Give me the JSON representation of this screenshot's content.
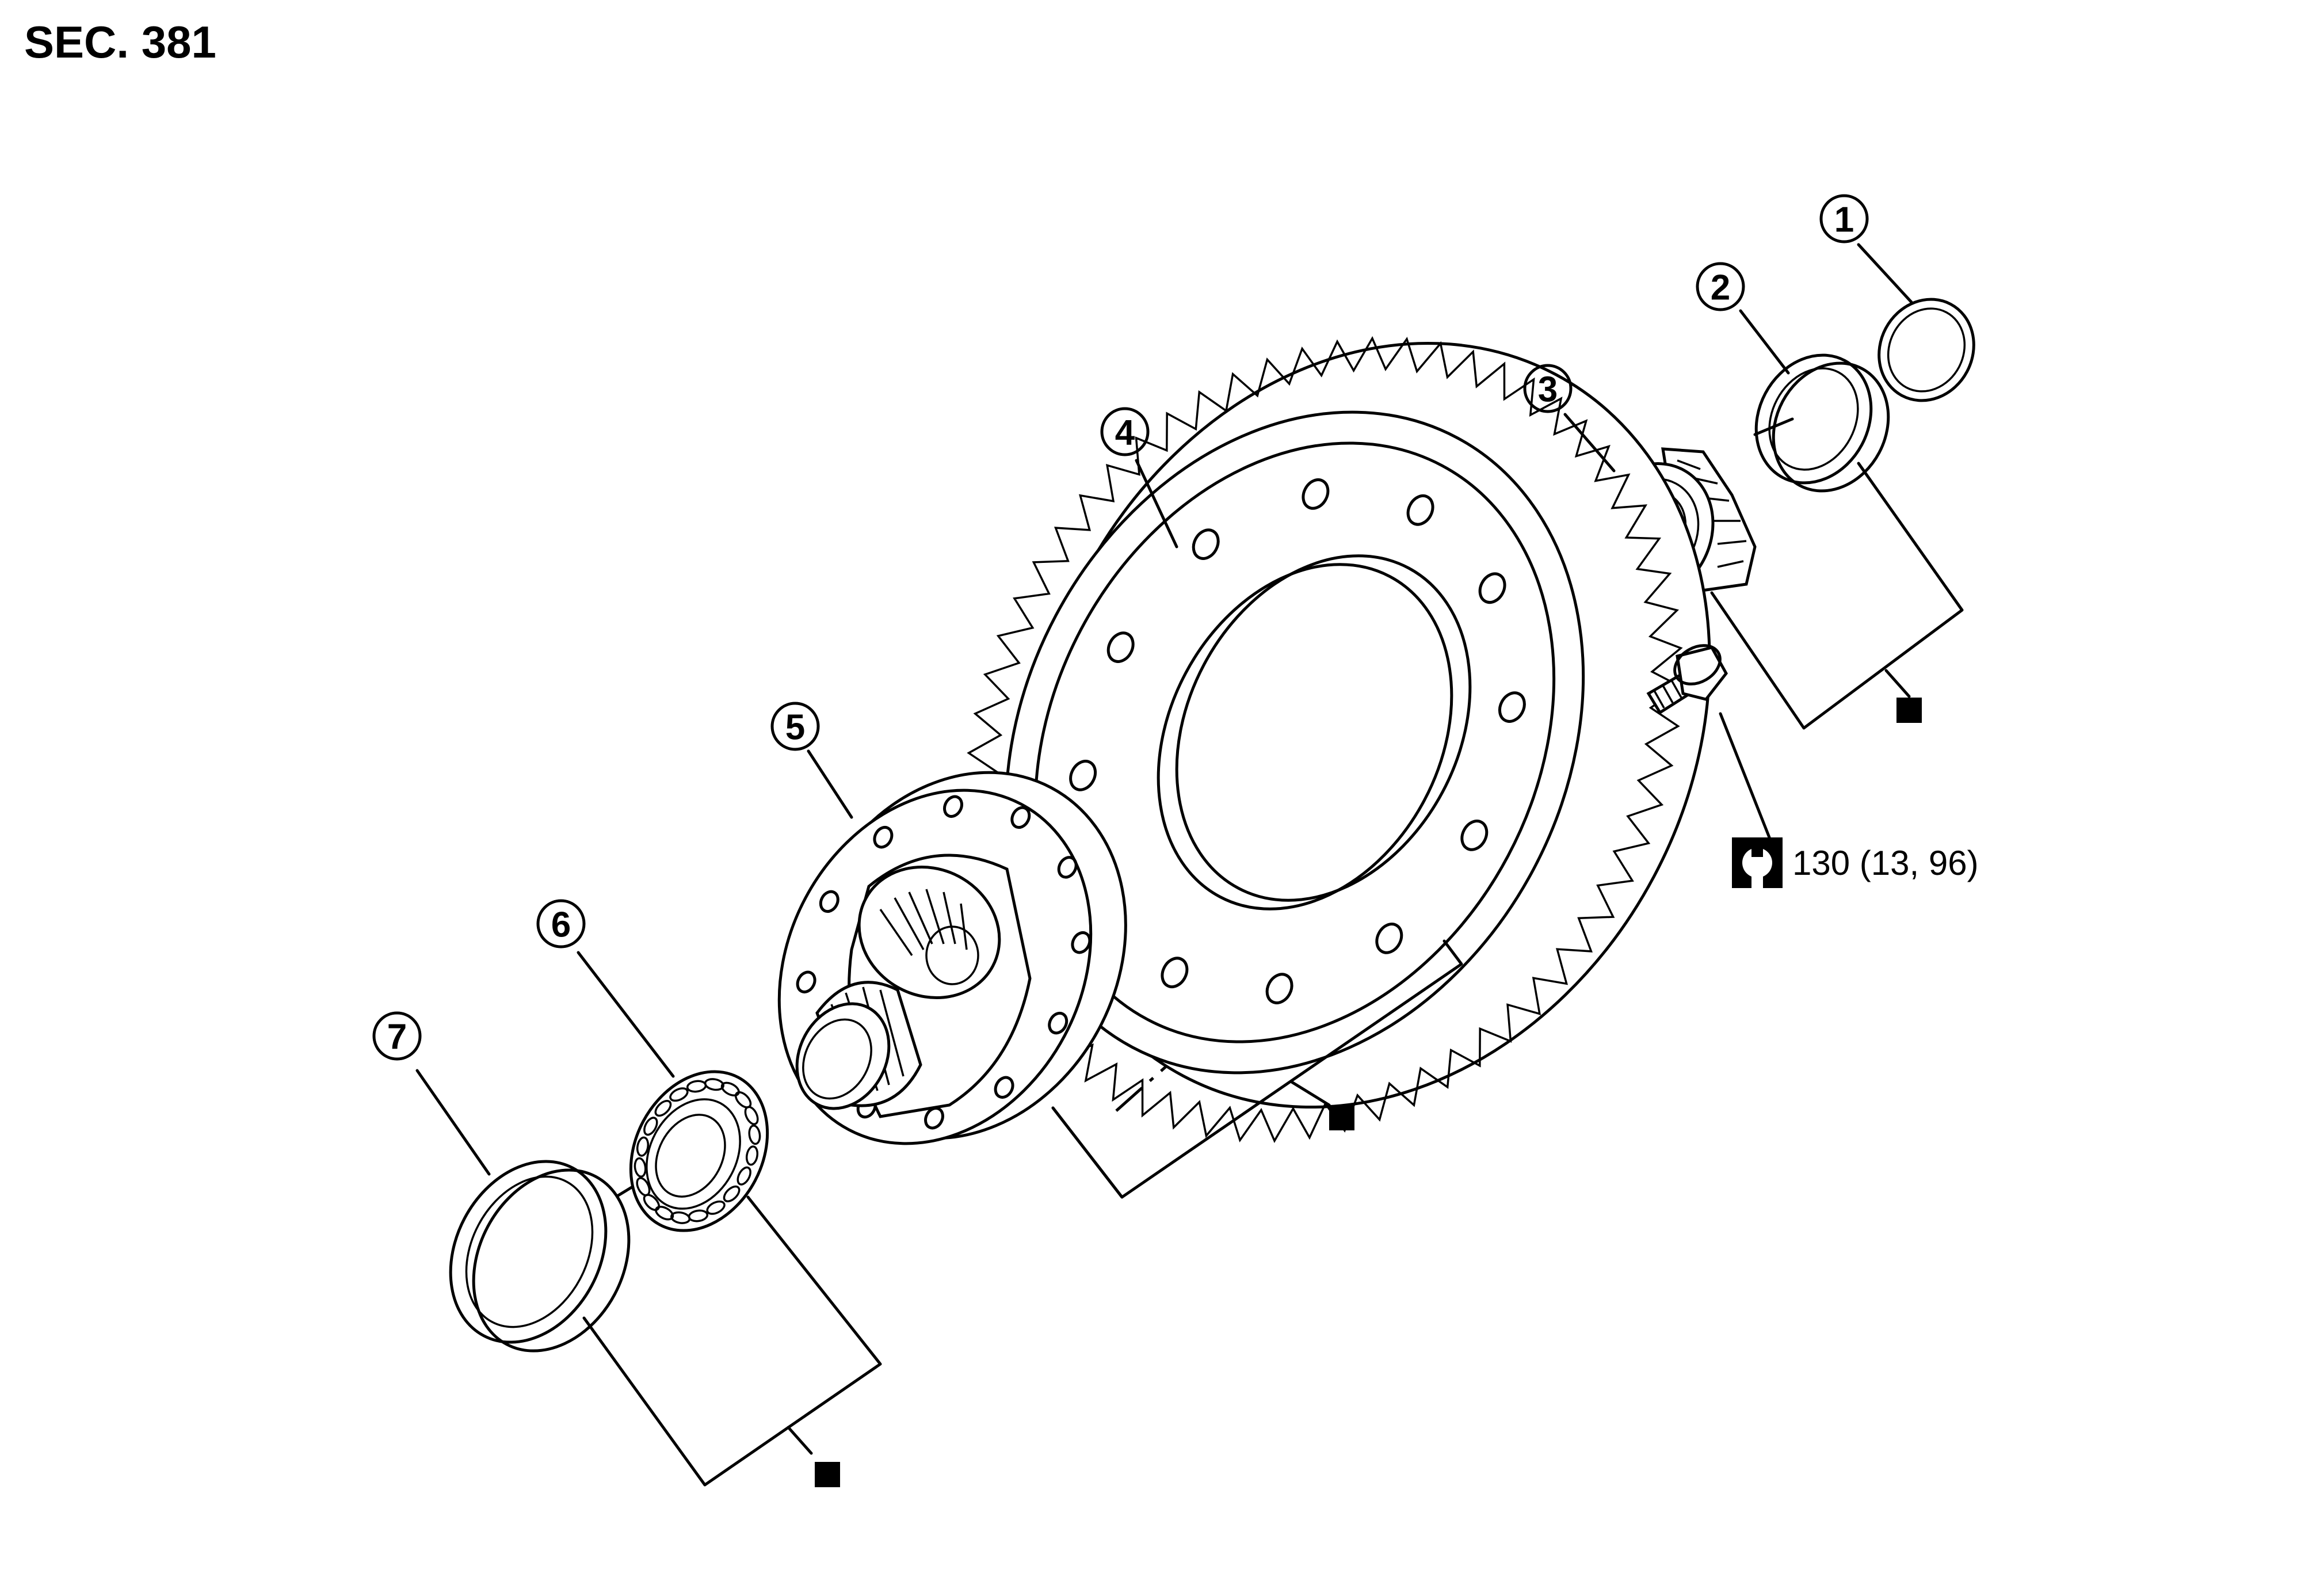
{
  "header": {
    "section": "SEC. 381"
  },
  "callouts": [
    {
      "id": "1",
      "label": "1"
    },
    {
      "id": "2",
      "label": "2"
    },
    {
      "id": "3",
      "label": "3"
    },
    {
      "id": "4",
      "label": "4"
    },
    {
      "id": "5",
      "label": "5"
    },
    {
      "id": "6",
      "label": "6"
    },
    {
      "id": "7",
      "label": "7"
    }
  ],
  "torque": {
    "icon": "torque-wrench-icon",
    "value": "130 (13, 96)"
  },
  "markers": {
    "icon": "black-square-icon",
    "count": 3
  }
}
